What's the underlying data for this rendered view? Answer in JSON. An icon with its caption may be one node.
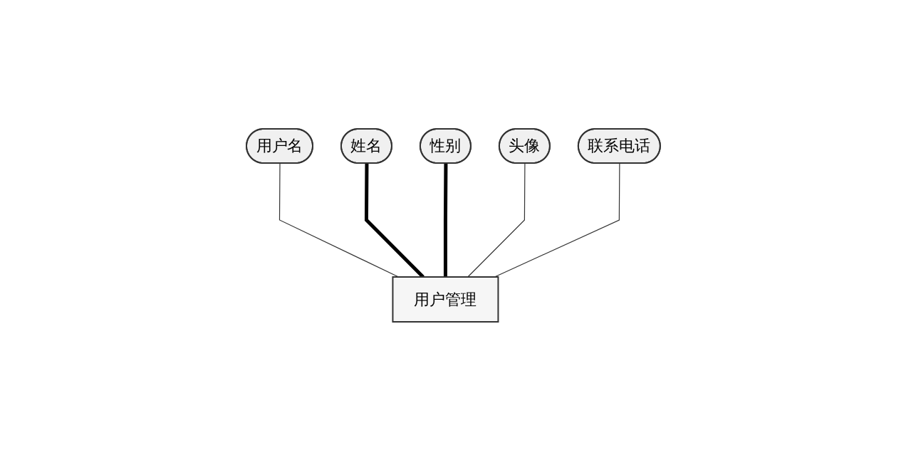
{
  "diagram": {
    "nodes": [
      {
        "text": [
          "用户名"
        ]
      },
      {
        "text": [
          "姓名"
        ]
      },
      {
        "text": [
          "性别"
        ]
      },
      {
        "text": [
          "头像"
        ]
      },
      {
        "text": [
          "联系电话"
        ]
      },
      {
        "text": [
          "用户管理"
        ]
      }
    ],
    "edges": [
      {
        "from": 0,
        "to": 5,
        "arrow": "none"
      },
      {
        "from": 1,
        "to": 5,
        "arrow": "none",
        "style": "thick"
      },
      {
        "from": 2,
        "to": 5,
        "arrow": "none",
        "style": "thick"
      },
      {
        "from": 3,
        "to": 5,
        "arrow": "none"
      },
      {
        "from": 4,
        "to": 5,
        "arrow": "none"
      }
    ]
  }
}
